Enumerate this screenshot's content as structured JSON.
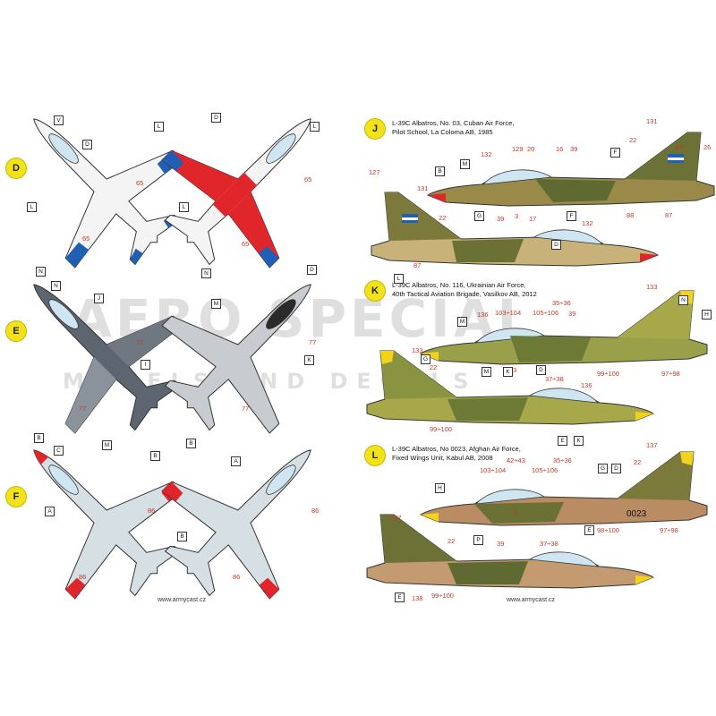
{
  "watermark": {
    "line1": "AERO SPECIAL",
    "line2": "MODELS AND DECALS"
  },
  "colors": {
    "badge": "#f2e21a",
    "callout": "#c0392b",
    "olive": "#7c7a3a",
    "sand": "#c8b27a",
    "red": "#e0262a",
    "blue": "#1f5fb4",
    "grey_dark": "#5c6570",
    "grey_light": "#c8ccd0"
  },
  "left_panels": [
    {
      "badge": "D",
      "callouts": [
        "65",
        "65",
        "65",
        "65"
      ],
      "boxes": [
        "V",
        "D",
        "L",
        "L",
        "L",
        "L",
        "D",
        "D"
      ]
    },
    {
      "badge": "E",
      "callouts": [
        "77",
        "77",
        "77",
        "77"
      ],
      "boxes": [
        "N",
        "N",
        "J",
        "I",
        "M",
        "K",
        "N"
      ]
    },
    {
      "badge": "F",
      "callouts": [
        "86",
        "86",
        "86",
        "86"
      ],
      "boxes": [
        "B",
        "C",
        "M",
        "B",
        "A",
        "A",
        "B",
        "B"
      ]
    }
  ],
  "left_credit": "www.armycast.cz",
  "right_panels": [
    {
      "badge": "J",
      "title": [
        "L-39C Albatros, No. 03, Cuban Air Force,",
        "Pilot School, La Coloma AB, 1985"
      ],
      "callouts": [
        "131",
        "22",
        "33",
        "26",
        "129",
        "20",
        "16",
        "39",
        "132",
        "88",
        "87",
        "3",
        "127",
        "131",
        "22",
        "39",
        "17",
        "132",
        "87"
      ],
      "boxes": [
        "B",
        "M",
        "F",
        "G",
        "F",
        "D",
        "L"
      ]
    },
    {
      "badge": "K",
      "title": [
        "L-39C Albatros, No. 116, Ukrainian Air Force,",
        "40th Tactical Aviation Brigade, Vasilkov AB, 2012"
      ],
      "callouts": [
        "133",
        "136",
        "103÷104",
        "35÷36",
        "105÷106",
        "39",
        "133",
        "22",
        "37÷38",
        "136",
        "99÷100",
        "97÷98",
        "3",
        "99÷100"
      ],
      "boxes": [
        "M",
        "H",
        "N",
        "M",
        "G",
        "D",
        "K",
        "E",
        "K"
      ]
    },
    {
      "badge": "L",
      "title": [
        "L-39C Albatros, No 0023, Afghan Air Force,",
        "Fixed Wings Unit, Kabul AB, 2008"
      ],
      "callouts": [
        "42÷43",
        "35÷36",
        "103÷104",
        "105÷106",
        "137",
        "22",
        "3",
        "98÷100",
        "97÷98",
        "137",
        "22",
        "39",
        "37÷38",
        "138",
        "99÷100"
      ],
      "boxes": [
        "H",
        "G",
        "D",
        "E",
        "P",
        "E"
      ]
    }
  ],
  "right_credit": "www.armycast.cz",
  "serials": {
    "afghan": "0023"
  }
}
